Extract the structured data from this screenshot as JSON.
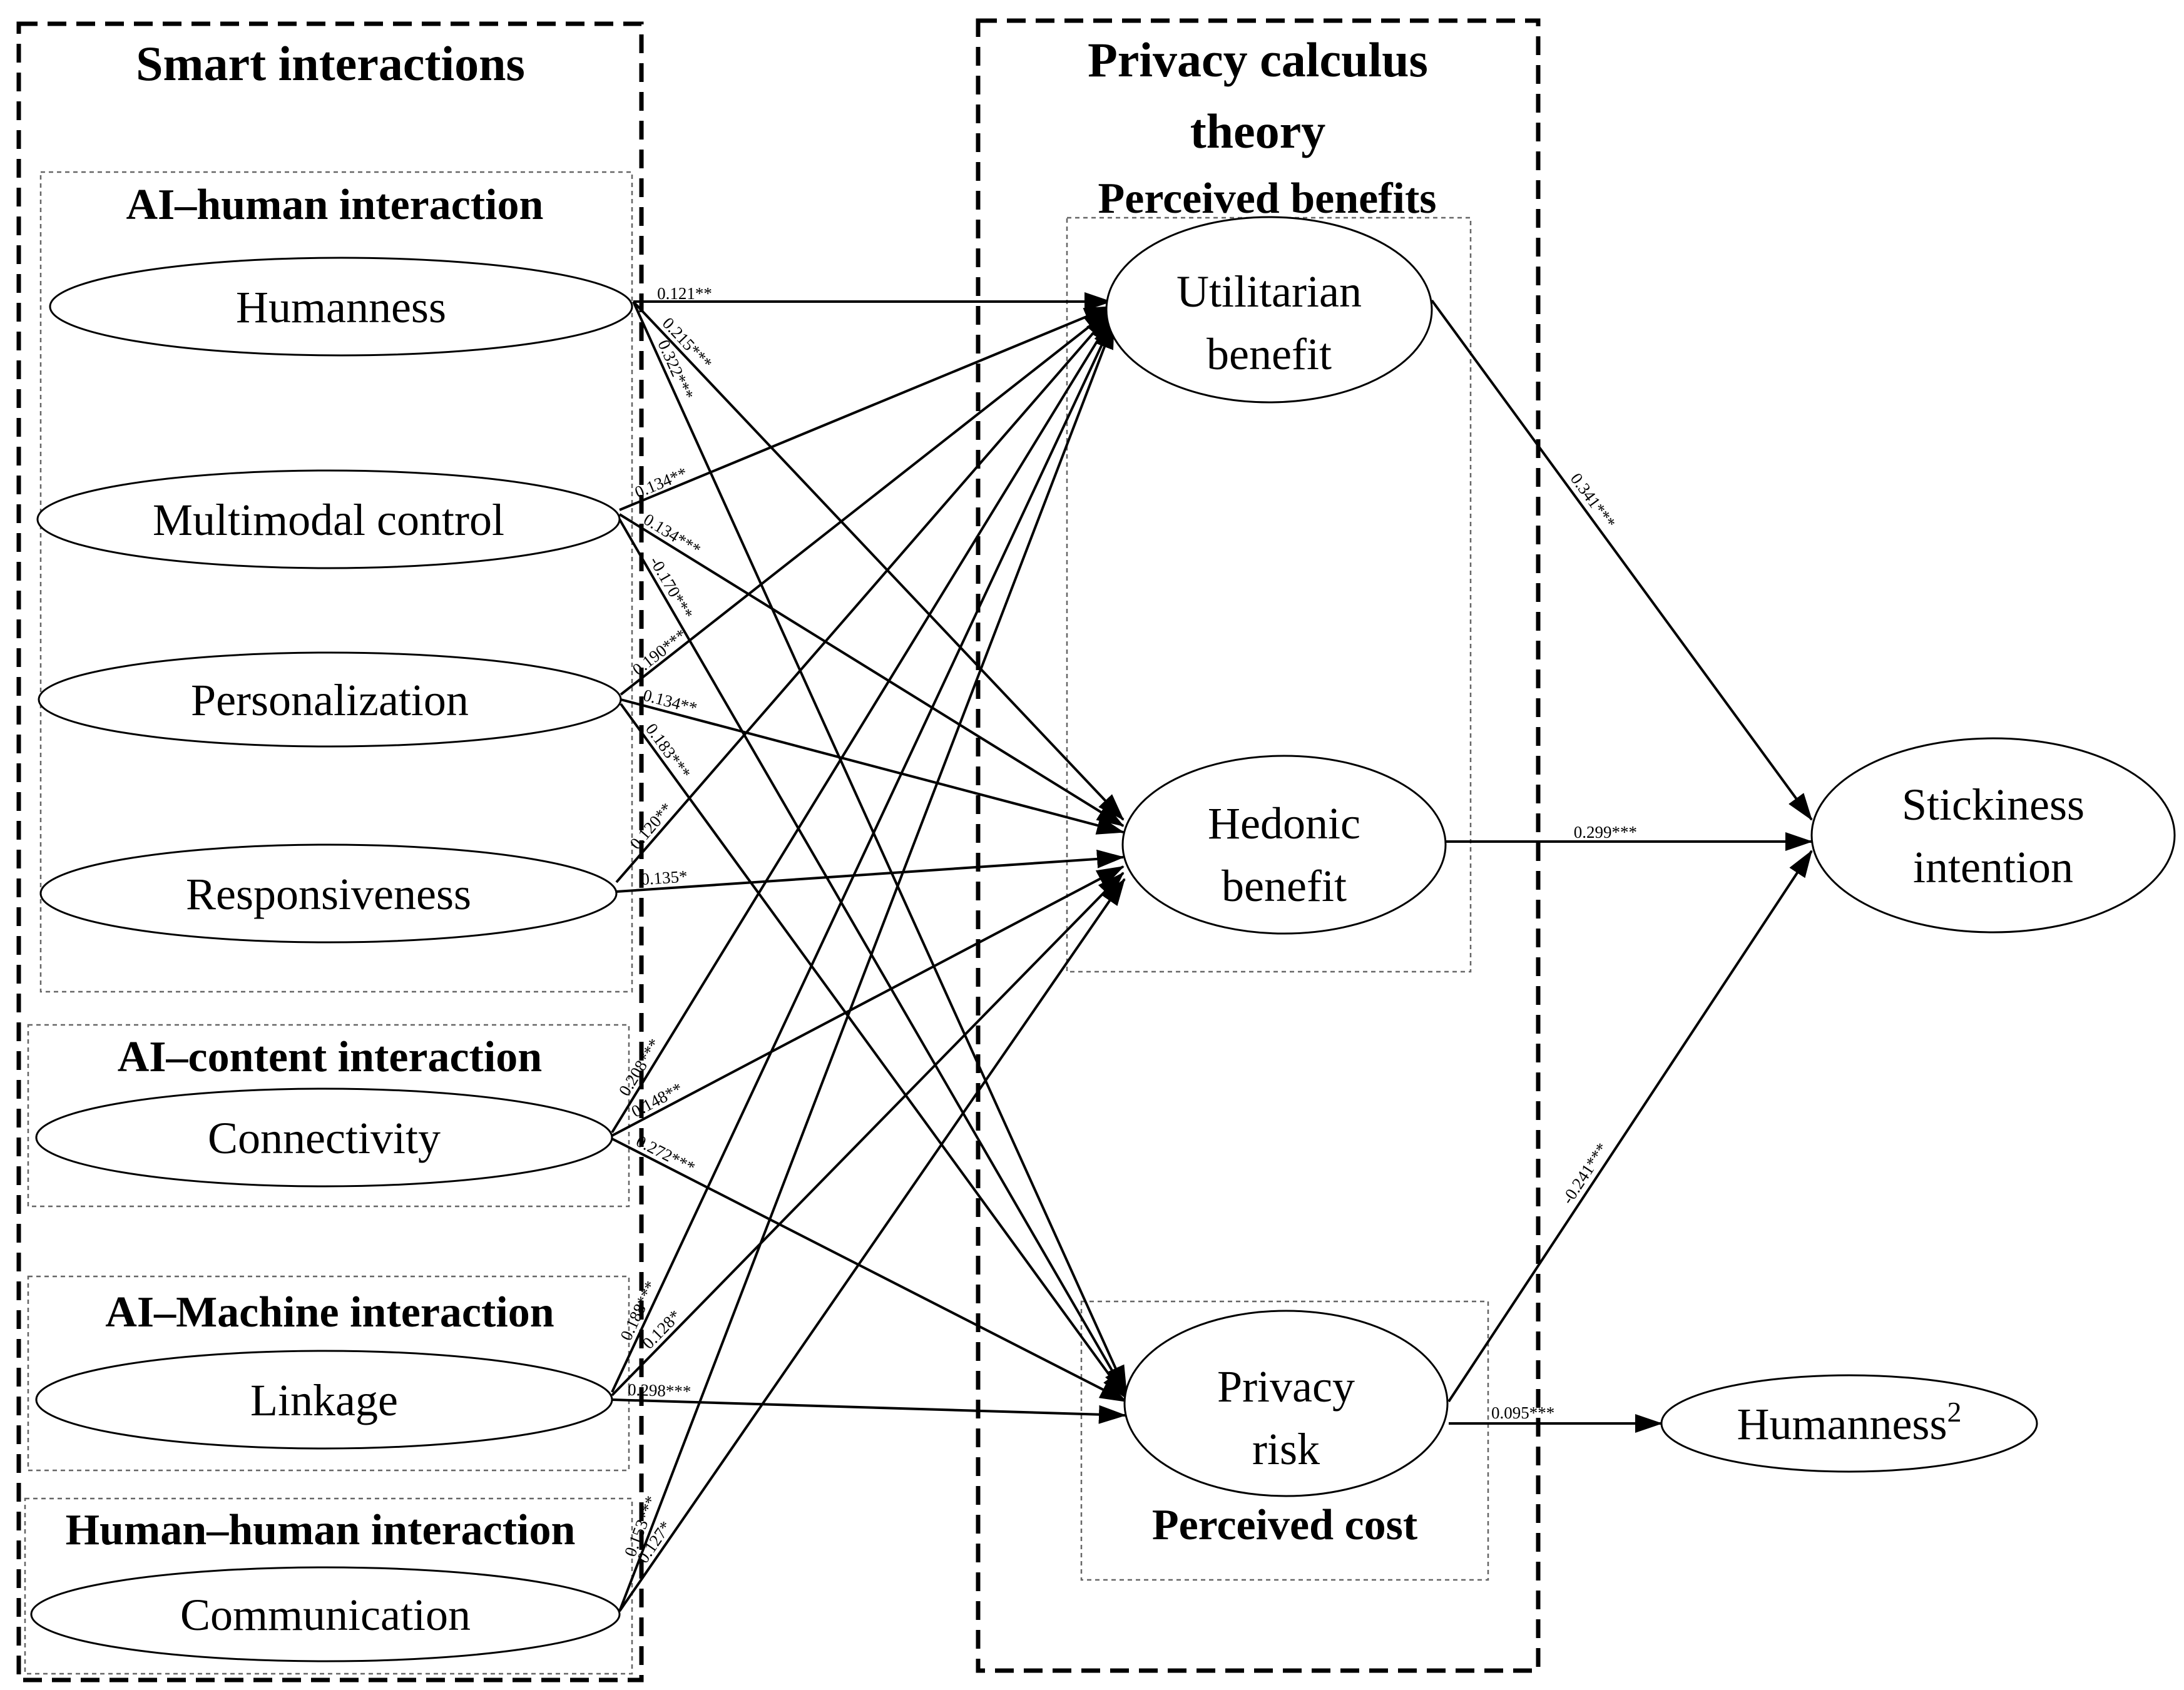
{
  "groups": {
    "smart_interactions": "Smart interactions",
    "privacy_calculus_line1": "Privacy calculus",
    "privacy_calculus_line2": "theory",
    "ai_human": "AI–human interaction",
    "ai_content": "AI–content interaction",
    "ai_machine": "AI–Machine interaction",
    "human_human": "Human–human interaction",
    "perceived_benefits": "Perceived benefits",
    "perceived_cost": "Perceived cost"
  },
  "nodes": {
    "humanness": "Humanness",
    "multimodal": "Multimodal control",
    "personalization": "Personalization",
    "responsiveness": "Responsiveness",
    "connectivity": "Connectivity",
    "linkage": "Linkage",
    "communication": "Communication",
    "utilitarian_l1": "Utilitarian",
    "utilitarian_l2": "benefit",
    "hedonic_l1": "Hedonic",
    "hedonic_l2": "benefit",
    "privacy_l1": "Privacy",
    "privacy_l2": "risk",
    "stickiness_l1": "Stickiness",
    "stickiness_l2": "intention",
    "humanness_sq": "Humanness",
    "humanness_sq_sup": "2"
  },
  "paths": [
    {
      "id": "hum-ub",
      "from": "Humanness",
      "to": "Utilitarian benefit",
      "label": "0.121**"
    },
    {
      "id": "hum-hb",
      "from": "Humanness",
      "to": "Hedonic benefit",
      "label": "0.215***"
    },
    {
      "id": "hum-pr",
      "from": "Humanness",
      "to": "Privacy risk",
      "label": "0.322***"
    },
    {
      "id": "mul-ub",
      "from": "Multimodal control",
      "to": "Utilitarian benefit",
      "label": "0.134**"
    },
    {
      "id": "mul-hb",
      "from": "Multimodal control",
      "to": "Hedonic benefit",
      "label": "0.134***"
    },
    {
      "id": "mul-pr",
      "from": "Multimodal control",
      "to": "Privacy risk",
      "label": "-0.170***"
    },
    {
      "id": "per-ub",
      "from": "Personalization",
      "to": "Utilitarian benefit",
      "label": "0.190***"
    },
    {
      "id": "per-hb",
      "from": "Personalization",
      "to": "Hedonic benefit",
      "label": "0.134**"
    },
    {
      "id": "per-pr",
      "from": "Personalization",
      "to": "Privacy risk",
      "label": "0.183***"
    },
    {
      "id": "res-ub",
      "from": "Responsiveness",
      "to": "Utilitarian benefit",
      "label": "0.120**"
    },
    {
      "id": "res-hb",
      "from": "Responsiveness",
      "to": "Hedonic benefit",
      "label": "0.135*"
    },
    {
      "id": "con-ub",
      "from": "Connectivity",
      "to": "Utilitarian benefit",
      "label": "0.208***"
    },
    {
      "id": "con-hb",
      "from": "Connectivity",
      "to": "Hedonic benefit",
      "label": "0.148**"
    },
    {
      "id": "con-pr",
      "from": "Connectivity",
      "to": "Privacy risk",
      "label": "0.272***"
    },
    {
      "id": "lin-ub",
      "from": "Linkage",
      "to": "Utilitarian benefit",
      "label": "0.188***"
    },
    {
      "id": "lin-hb",
      "from": "Linkage",
      "to": "Hedonic benefit",
      "label": "0.128*"
    },
    {
      "id": "lin-pr",
      "from": "Linkage",
      "to": "Privacy risk",
      "label": "0.298***"
    },
    {
      "id": "com-ub",
      "from": "Communication",
      "to": "Utilitarian benefit",
      "label": "0.153***"
    },
    {
      "id": "com-hb",
      "from": "Communication",
      "to": "Hedonic benefit",
      "label": "0.127*"
    },
    {
      "id": "ub-si",
      "from": "Utilitarian benefit",
      "to": "Stickiness intention",
      "label": "0.341***"
    },
    {
      "id": "hb-si",
      "from": "Hedonic benefit",
      "to": "Stickiness intention",
      "label": "0.299***"
    },
    {
      "id": "pr-si",
      "from": "Privacy risk",
      "to": "Stickiness intention",
      "label": "-0.241***"
    },
    {
      "id": "pr-hsq",
      "from": "Privacy risk",
      "to": "Humanness2",
      "label": "0.095***"
    }
  ]
}
